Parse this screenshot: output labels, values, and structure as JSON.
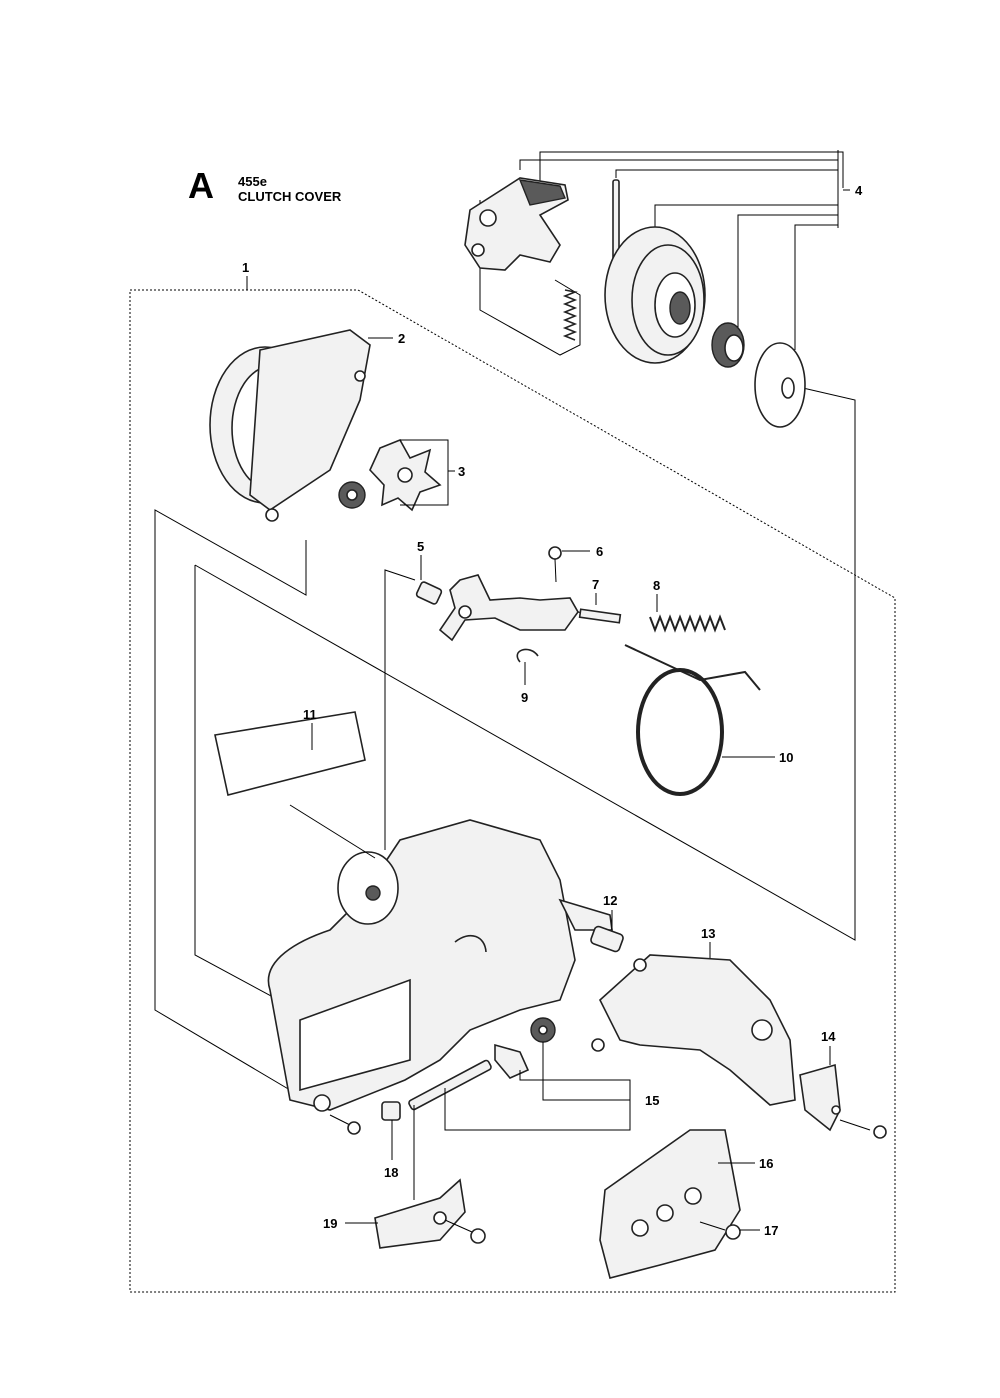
{
  "header": {
    "section_letter": "A",
    "model": "455e",
    "title": "CLUTCH COVER"
  },
  "callouts": [
    "1",
    "2",
    "3",
    "4",
    "5",
    "6",
    "7",
    "8",
    "9",
    "10",
    "11",
    "12",
    "13",
    "14",
    "15",
    "16",
    "17",
    "18",
    "19"
  ]
}
